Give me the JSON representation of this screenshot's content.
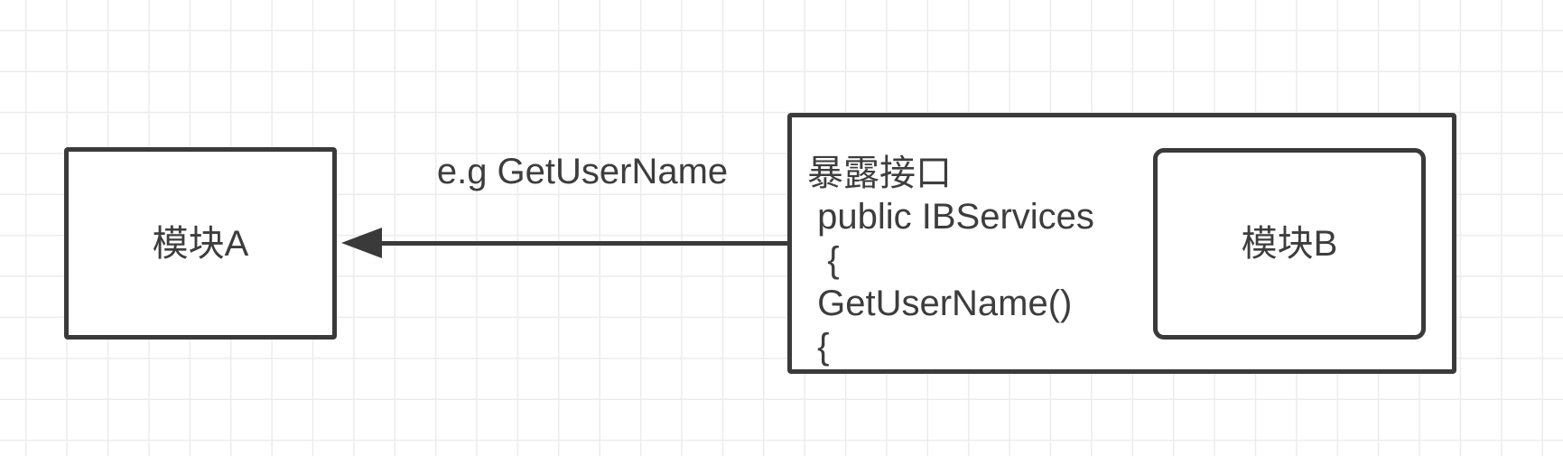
{
  "diagram": {
    "module_a": {
      "label": "模块A"
    },
    "arrow": {
      "label": "e.g GetUserName",
      "direction": "left"
    },
    "interface_box": {
      "code_lines": [
        "暴露接口",
        " public IBServices",
        "  {",
        " GetUserName()",
        " {"
      ]
    },
    "module_b": {
      "label": "模块B"
    },
    "colors": {
      "stroke": "#3a3a3a",
      "text": "#3d3d3d",
      "grid_line": "#ececec",
      "background": "#ffffff"
    }
  }
}
